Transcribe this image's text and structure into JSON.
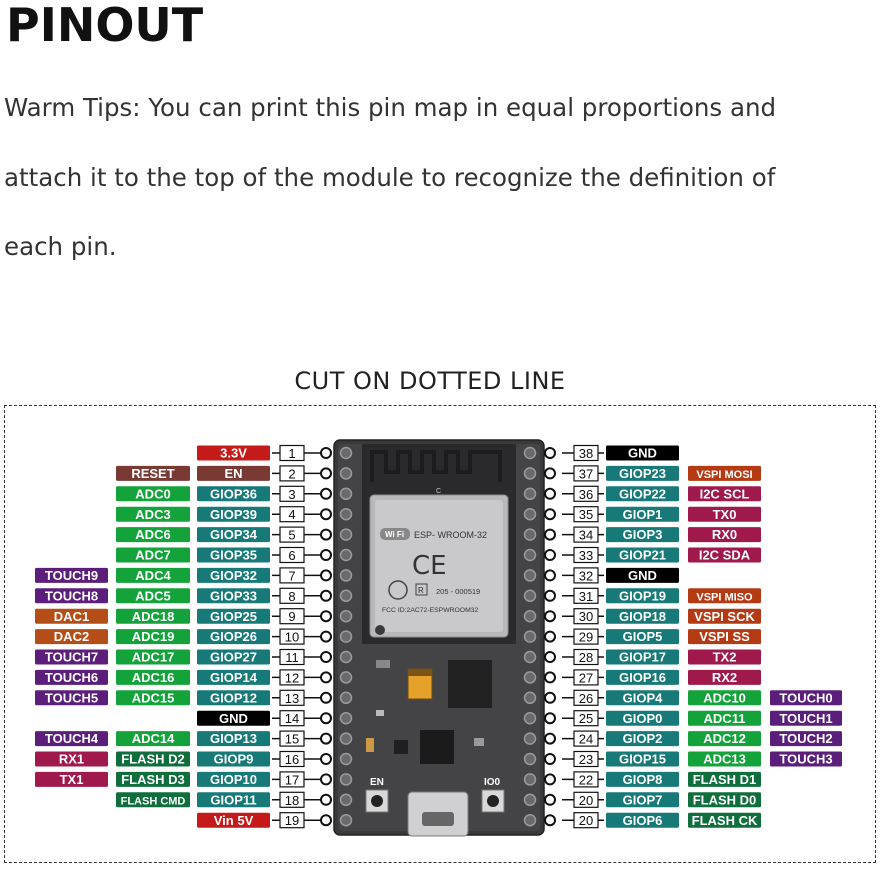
{
  "title": "PINOUT",
  "tips": [
    "Warm Tips: You can print this pin map in equal proportions and",
    "attach it to the top of the module to recognize the definition of",
    "each pin."
  ],
  "cut_label": "CUT ON DOTTED LINE",
  "colors": {
    "power": "#c41a1a",
    "ground": "#000000",
    "reset": "#7a3a34",
    "gpio": "#177a78",
    "adc": "#14a23a",
    "touch": "#5b1e7a",
    "dac": "#b44e16",
    "uart": "#a0194c",
    "flash": "#0f6e3c",
    "vspi": "#b43a14",
    "i2c": "#a0194c"
  },
  "module": {
    "wifi_logo": "Wi Fi",
    "name": "ESP- WROOM-32",
    "ce_mark": "CE",
    "r_mark": "R",
    "cert_code": "205 - 000519",
    "fcc_line": "FCC ID:2AC72-ESPWROOM32",
    "antenna_c": "C",
    "button_en": "EN",
    "button_io0": "IO0"
  },
  "left_pins": [
    {
      "num": "1",
      "labels": [
        {
          "text": "3.3V",
          "type": "power"
        }
      ]
    },
    {
      "num": "2",
      "labels": [
        {
          "text": "EN",
          "type": "reset"
        },
        {
          "text": "RESET",
          "type": "reset"
        }
      ]
    },
    {
      "num": "3",
      "labels": [
        {
          "text": "GIOP36",
          "type": "gpio"
        },
        {
          "text": "ADC0",
          "type": "adc"
        }
      ]
    },
    {
      "num": "4",
      "labels": [
        {
          "text": "GIOP39",
          "type": "gpio"
        },
        {
          "text": "ADC3",
          "type": "adc"
        }
      ]
    },
    {
      "num": "5",
      "labels": [
        {
          "text": "GIOP34",
          "type": "gpio"
        },
        {
          "text": "ADC6",
          "type": "adc"
        }
      ]
    },
    {
      "num": "6",
      "labels": [
        {
          "text": "GIOP35",
          "type": "gpio"
        },
        {
          "text": "ADC7",
          "type": "adc"
        }
      ]
    },
    {
      "num": "7",
      "labels": [
        {
          "text": "GIOP32",
          "type": "gpio"
        },
        {
          "text": "ADC4",
          "type": "adc"
        },
        {
          "text": "TOUCH9",
          "type": "touch"
        }
      ]
    },
    {
      "num": "8",
      "labels": [
        {
          "text": "GIOP33",
          "type": "gpio"
        },
        {
          "text": "ADC5",
          "type": "adc"
        },
        {
          "text": "TOUCH8",
          "type": "touch"
        }
      ]
    },
    {
      "num": "9",
      "labels": [
        {
          "text": "GIOP25",
          "type": "gpio"
        },
        {
          "text": "ADC18",
          "type": "adc"
        },
        {
          "text": "DAC1",
          "type": "dac"
        }
      ]
    },
    {
      "num": "10",
      "labels": [
        {
          "text": "GIOP26",
          "type": "gpio"
        },
        {
          "text": "ADC19",
          "type": "adc"
        },
        {
          "text": "DAC2",
          "type": "dac"
        }
      ]
    },
    {
      "num": "11",
      "labels": [
        {
          "text": "GIOP27",
          "type": "gpio"
        },
        {
          "text": "ADC17",
          "type": "adc"
        },
        {
          "text": "TOUCH7",
          "type": "touch"
        }
      ]
    },
    {
      "num": "12",
      "labels": [
        {
          "text": "GIOP14",
          "type": "gpio"
        },
        {
          "text": "ADC16",
          "type": "adc"
        },
        {
          "text": "TOUCH6",
          "type": "touch"
        }
      ]
    },
    {
      "num": "13",
      "labels": [
        {
          "text": "GIOP12",
          "type": "gpio"
        },
        {
          "text": "ADC15",
          "type": "adc"
        },
        {
          "text": "TOUCH5",
          "type": "touch"
        }
      ]
    },
    {
      "num": "14",
      "labels": [
        {
          "text": "GND",
          "type": "ground"
        }
      ]
    },
    {
      "num": "15",
      "labels": [
        {
          "text": "GIOP13",
          "type": "gpio"
        },
        {
          "text": "ADC14",
          "type": "adc"
        },
        {
          "text": "TOUCH4",
          "type": "touch"
        }
      ]
    },
    {
      "num": "16",
      "labels": [
        {
          "text": "GIOP9",
          "type": "gpio"
        },
        {
          "text": "FLASH D2",
          "type": "flash"
        },
        {
          "text": "RX1",
          "type": "uart"
        }
      ]
    },
    {
      "num": "17",
      "labels": [
        {
          "text": "GIOP10",
          "type": "gpio"
        },
        {
          "text": "FLASH D3",
          "type": "flash"
        },
        {
          "text": "TX1",
          "type": "uart"
        }
      ]
    },
    {
      "num": "18",
      "labels": [
        {
          "text": "GIOP11",
          "type": "gpio"
        },
        {
          "text": "FLASH CMD",
          "type": "flash"
        }
      ]
    },
    {
      "num": "19",
      "labels": [
        {
          "text": "Vin 5V",
          "type": "power"
        }
      ]
    }
  ],
  "right_pins": [
    {
      "num": "38",
      "labels": [
        {
          "text": "GND",
          "type": "ground"
        }
      ]
    },
    {
      "num": "37",
      "labels": [
        {
          "text": "GIOP23",
          "type": "gpio"
        },
        {
          "text": "VSPI MOSI",
          "type": "vspi"
        }
      ]
    },
    {
      "num": "36",
      "labels": [
        {
          "text": "GIOP22",
          "type": "gpio"
        },
        {
          "text": "I2C SCL",
          "type": "i2c"
        }
      ]
    },
    {
      "num": "35",
      "labels": [
        {
          "text": "GIOP1",
          "type": "gpio"
        },
        {
          "text": "TX0",
          "type": "uart"
        }
      ]
    },
    {
      "num": "34",
      "labels": [
        {
          "text": "GIOP3",
          "type": "gpio"
        },
        {
          "text": "RX0",
          "type": "uart"
        }
      ]
    },
    {
      "num": "33",
      "labels": [
        {
          "text": "GIOP21",
          "type": "gpio"
        },
        {
          "text": "I2C SDA",
          "type": "i2c"
        }
      ]
    },
    {
      "num": "32",
      "labels": [
        {
          "text": "GND",
          "type": "ground"
        }
      ]
    },
    {
      "num": "31",
      "labels": [
        {
          "text": "GIOP19",
          "type": "gpio"
        },
        {
          "text": "VSPI MISO",
          "type": "vspi"
        }
      ]
    },
    {
      "num": "30",
      "labels": [
        {
          "text": "GIOP18",
          "type": "gpio"
        },
        {
          "text": "VSPI SCK",
          "type": "vspi"
        }
      ]
    },
    {
      "num": "29",
      "labels": [
        {
          "text": "GIOP5",
          "type": "gpio"
        },
        {
          "text": "VSPI SS",
          "type": "vspi"
        }
      ]
    },
    {
      "num": "28",
      "labels": [
        {
          "text": "GIOP17",
          "type": "gpio"
        },
        {
          "text": "TX2",
          "type": "uart"
        }
      ]
    },
    {
      "num": "27",
      "labels": [
        {
          "text": "GIOP16",
          "type": "gpio"
        },
        {
          "text": "RX2",
          "type": "uart"
        }
      ]
    },
    {
      "num": "26",
      "labels": [
        {
          "text": "GIOP4",
          "type": "gpio"
        },
        {
          "text": "ADC10",
          "type": "adc"
        },
        {
          "text": "TOUCH0",
          "type": "touch"
        }
      ]
    },
    {
      "num": "25",
      "labels": [
        {
          "text": "GIOP0",
          "type": "gpio"
        },
        {
          "text": "ADC11",
          "type": "adc"
        },
        {
          "text": "TOUCH1",
          "type": "touch"
        }
      ]
    },
    {
      "num": "24",
      "labels": [
        {
          "text": "GIOP2",
          "type": "gpio"
        },
        {
          "text": "ADC12",
          "type": "adc"
        },
        {
          "text": "TOUCH2",
          "type": "touch"
        }
      ]
    },
    {
      "num": "23",
      "labels": [
        {
          "text": "GIOP15",
          "type": "gpio"
        },
        {
          "text": "ADC13",
          "type": "adc"
        },
        {
          "text": "TOUCH3",
          "type": "touch"
        }
      ]
    },
    {
      "num": "22",
      "labels": [
        {
          "text": "GIOP8",
          "type": "gpio"
        },
        {
          "text": "FLASH D1",
          "type": "flash"
        }
      ]
    },
    {
      "num": "20",
      "labels": [
        {
          "text": "GIOP7",
          "type": "gpio"
        },
        {
          "text": "FLASH D0",
          "type": "flash"
        }
      ]
    },
    {
      "num": "20",
      "labels": [
        {
          "text": "GIOP6",
          "type": "gpio"
        },
        {
          "text": "FLASH CK",
          "type": "flash"
        }
      ]
    }
  ]
}
